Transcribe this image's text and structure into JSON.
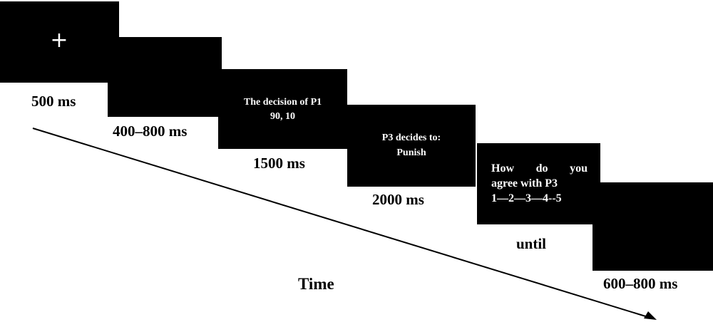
{
  "screens": [
    {
      "id": "fixation",
      "symbol": "+",
      "duration": "500 ms"
    },
    {
      "id": "blank",
      "duration": "400–800 ms"
    },
    {
      "id": "p1-decision",
      "lines": [
        "The decision of P1",
        "90, 10"
      ],
      "duration": "1500 ms"
    },
    {
      "id": "p3-decision",
      "lines": [
        "P3 decides to:",
        "Punish"
      ],
      "duration": "2000 ms"
    },
    {
      "id": "rating",
      "words": [
        "How",
        "do",
        "you"
      ],
      "line2": "agree with P3",
      "scale": "1—2—3—4--5",
      "duration": "until"
    },
    {
      "id": "blank-end",
      "duration": "600–800 ms"
    }
  ],
  "axis": {
    "label": "Time"
  }
}
